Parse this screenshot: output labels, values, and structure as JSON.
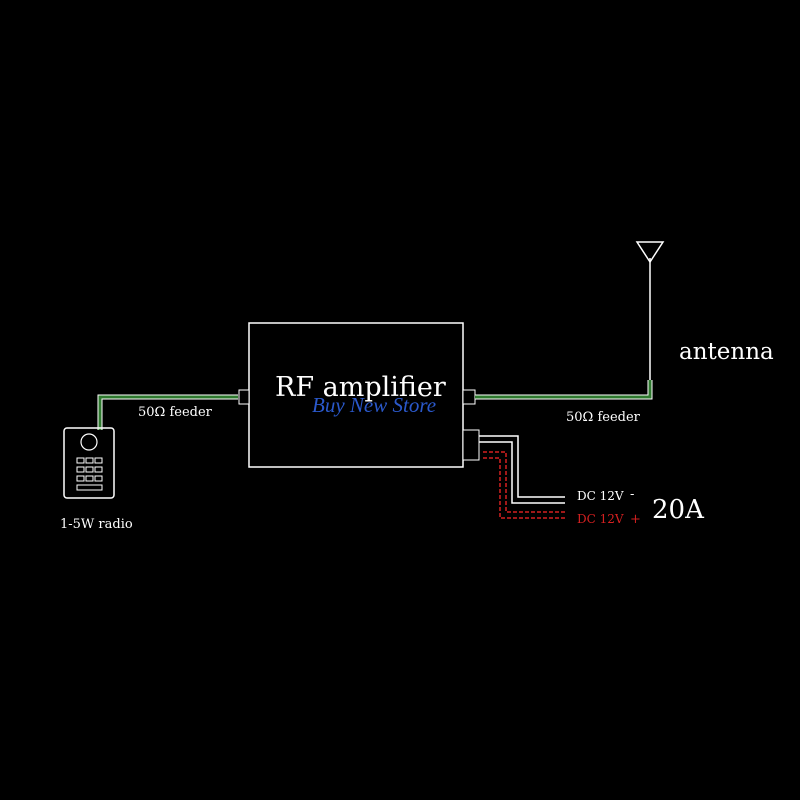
{
  "diagram": {
    "amplifier_label": "RF amplifier",
    "watermark": "Buy New Store",
    "left_feeder_label": "50Ω feeder",
    "right_feeder_label": "50Ω feeder",
    "radio_label": "1-5W radio",
    "antenna_label": "antenna",
    "dc_negative_label": "DC 12V",
    "dc_negative_sign": "-",
    "dc_positive_label": "DC 12V",
    "dc_positive_sign": "+",
    "current_label": "20A"
  },
  "colors": {
    "background": "#000000",
    "outline": "#ffffff",
    "feeder": "#2f7a2f",
    "positive": "#d42020",
    "watermark": "#2f62e0"
  }
}
